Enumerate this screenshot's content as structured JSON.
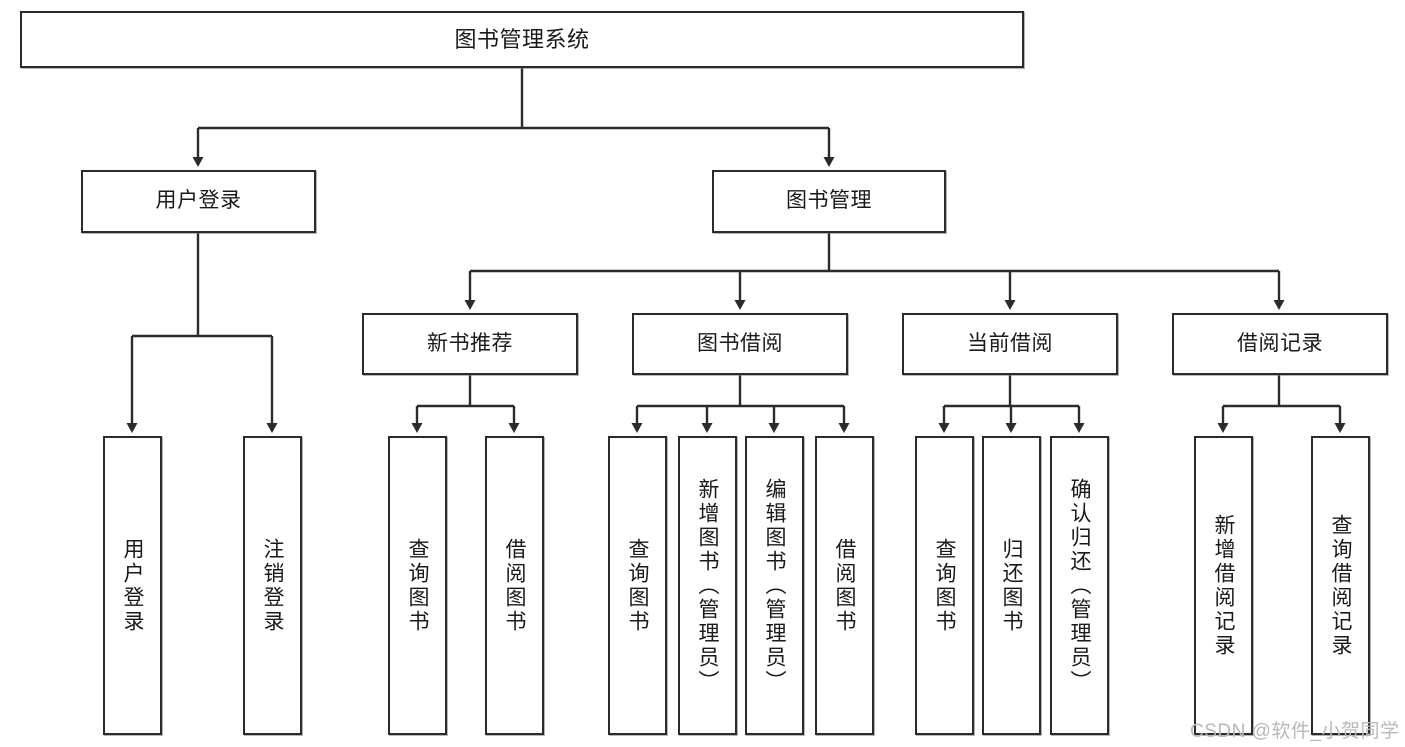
{
  "diagram": {
    "title": "图书管理系统",
    "type": "hierarchy-tree",
    "background_color": "#ffffff",
    "box_border_color": "#2b2b2b",
    "connector_color": "#2b2b2b",
    "text_color": "#1a1a1a",
    "nodes": {
      "root": {
        "label": "图书管理系统"
      },
      "level2": [
        {
          "label": "用户登录"
        },
        {
          "label": "图书管理"
        }
      ],
      "level3": [
        {
          "label": "新书推荐"
        },
        {
          "label": "图书借阅"
        },
        {
          "label": "当前借阅"
        },
        {
          "label": "借阅记录"
        }
      ],
      "leaves": {
        "user_login": [
          {
            "label": "用户登录"
          },
          {
            "label": "注销登录"
          }
        ],
        "new_book_recommend": [
          {
            "label": "查询图书"
          },
          {
            "label": "借阅图书"
          }
        ],
        "book_borrow": [
          {
            "label": "查询图书"
          },
          {
            "label": "新增图书（管理员）"
          },
          {
            "label": "编辑图书（管理员）"
          },
          {
            "label": "借阅图书"
          }
        ],
        "current_borrow": [
          {
            "label": "查询图书"
          },
          {
            "label": "归还图书"
          },
          {
            "label": "确认归还（管理员）"
          }
        ],
        "borrow_record": [
          {
            "label": "新增借阅记录"
          },
          {
            "label": "查询借阅记录"
          }
        ]
      }
    }
  },
  "watermark": {
    "text": "CSDN @软件_小贺同学",
    "color": "#b9b9b9"
  }
}
